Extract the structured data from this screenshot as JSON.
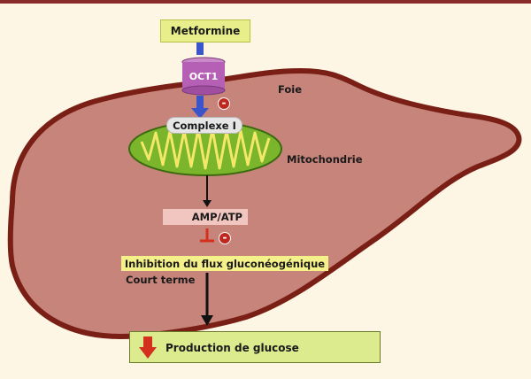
{
  "labels": {
    "metformine": "Metformine",
    "oct1": "OCT1",
    "foie": "Foie",
    "complexe": "Complexe I",
    "mitochondrie": "Mitochondrie",
    "amp_atp": "AMP/ATP",
    "inhibition": "Inhibition du flux gluconéogénique",
    "court_terme": "Court terme",
    "production": "Production de glucose",
    "minus_sign": "-"
  },
  "colors": {
    "liver_fill": "#c7847a",
    "liver_outline": "#7a1f16",
    "mitochondria": "#7ab52b",
    "transporter": "#b55fb5",
    "metformine_box": "#e8ef8a",
    "inhibition_box": "#f4f08a",
    "glucose_box": "#dbeb8e",
    "arrow_blue": "#3a54c9",
    "arrow_up_green": "#4f9a2a",
    "arrow_down_red": "#d3301e"
  }
}
